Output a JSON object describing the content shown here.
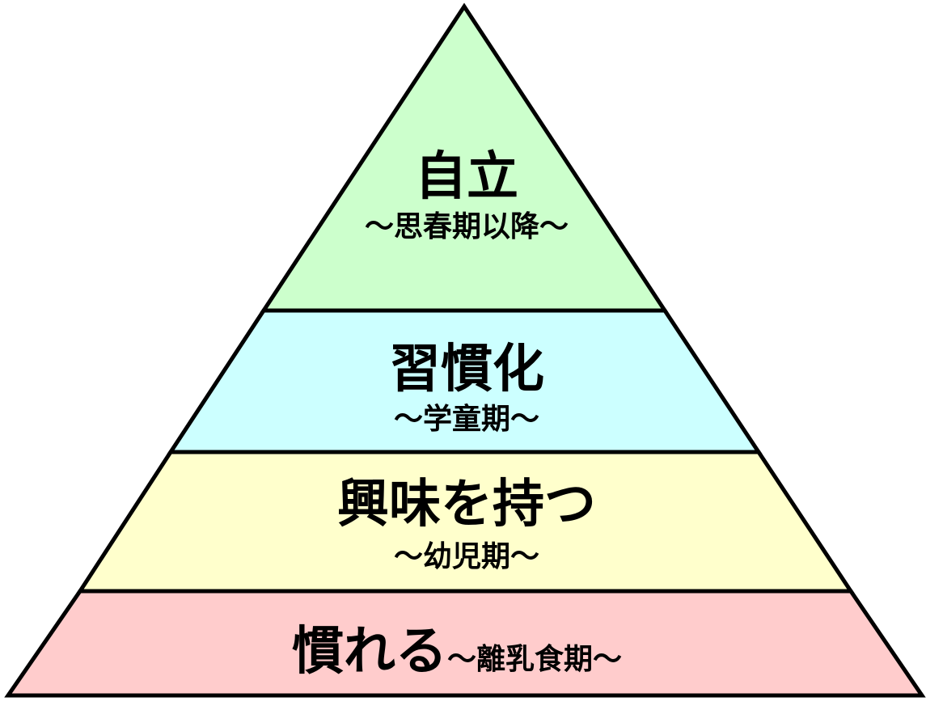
{
  "pyramid": {
    "layers": [
      {
        "title": "自立",
        "subtitle": "～思春期以降～",
        "color": "#ccffcc"
      },
      {
        "title": "習慣化",
        "subtitle": "～学童期～",
        "color": "#ccffff"
      },
      {
        "title": "興味を持つ",
        "subtitle": "～幼児期～",
        "color": "#ffffcc"
      },
      {
        "title": "慣れる",
        "subtitle": "～離乳食期～",
        "color": "#ffcccc"
      }
    ]
  }
}
